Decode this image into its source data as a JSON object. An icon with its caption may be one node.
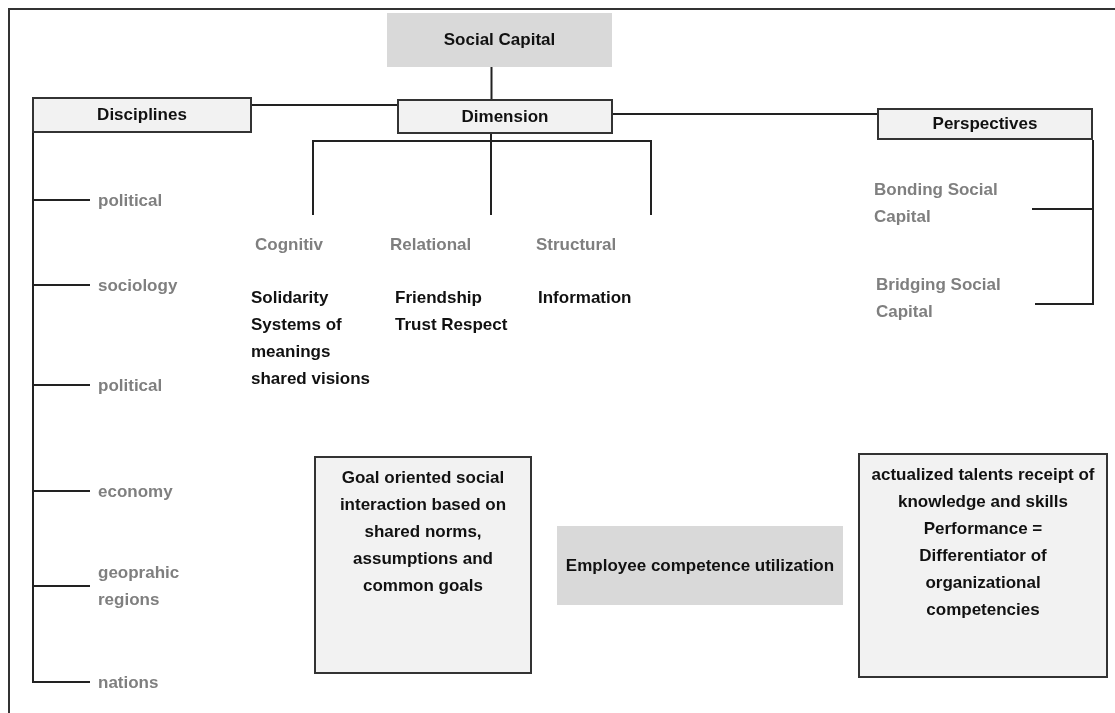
{
  "diagram": {
    "nodes": [
      {
        "text": [
          "Social Capital"
        ]
      },
      {
        "text": [
          "Disciplines"
        ]
      },
      {
        "text": [
          "Dimension"
        ]
      },
      {
        "text": [
          "Perspectives"
        ]
      },
      {
        "text": [
          "political"
        ]
      },
      {
        "text": [
          "sociology"
        ]
      },
      {
        "text": [
          "political"
        ]
      },
      {
        "text": [
          "economy"
        ]
      },
      {
        "text": [
          "geoprahic regions"
        ]
      },
      {
        "text": [
          "nations"
        ]
      },
      {
        "text": [
          "Cognitiv"
        ]
      },
      {
        "text": [
          "Relational"
        ]
      },
      {
        "text": [
          "Structural"
        ]
      },
      {
        "text": [
          "Bonding Social Capital"
        ]
      },
      {
        "text": [
          "Bridging Social Capital"
        ]
      },
      {
        "text": [
          "Goal oriented social interaction based on shared norms, assumptions and common goals"
        ]
      },
      {
        "text": [
          "Employee competence utilization"
        ]
      },
      {
        "text": [
          "actualized talents receipt of knowledge and skills Performance = Differentiator of organizational competencies"
        ]
      }
    ],
    "edges": [
      {
        "from": 0,
        "to": 2,
        "arrow": "none"
      },
      {
        "from": 1,
        "to": 2,
        "arrow": "none"
      },
      {
        "from": 2,
        "to": 3,
        "arrow": "none"
      },
      {
        "from": 2,
        "to": 10,
        "arrow": "none"
      },
      {
        "from": 2,
        "to": 11,
        "arrow": "none"
      },
      {
        "from": 2,
        "to": 12,
        "arrow": "none"
      },
      {
        "from": 1,
        "to": 4,
        "arrow": "none"
      },
      {
        "from": 1,
        "to": 5,
        "arrow": "none"
      },
      {
        "from": 1,
        "to": 6,
        "arrow": "none"
      },
      {
        "from": 1,
        "to": 7,
        "arrow": "none"
      },
      {
        "from": 1,
        "to": 8,
        "arrow": "none"
      },
      {
        "from": 1,
        "to": 9,
        "arrow": "none"
      },
      {
        "from": 3,
        "to": 13,
        "arrow": "none"
      },
      {
        "from": 3,
        "to": 14,
        "arrow": "none"
      }
    ],
    "labels": [
      "Solidarity Systems of meanings shared visions",
      "Friendship Trust Respect",
      "Information"
    ]
  }
}
